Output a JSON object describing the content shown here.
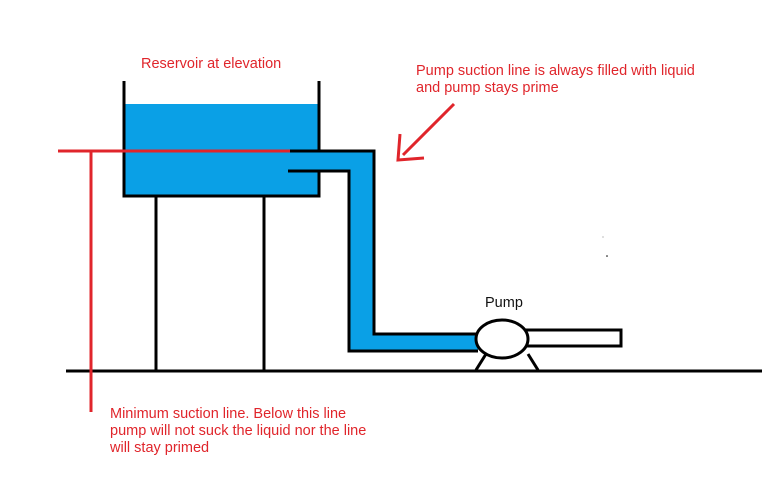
{
  "labels": {
    "reservoir": "Reservoir at elevation",
    "suction_note_line1": "Pump suction line is always filled with liquid",
    "suction_note_line2": "and pump stays prime",
    "pump": "Pump",
    "min_line_1": "Minimum suction line. Below this line",
    "min_line_2": "pump will not suck the liquid nor the line",
    "min_line_3": "will stay primed"
  },
  "colors": {
    "water": "#0aa0e6",
    "annotation": "#e0252b",
    "outline": "#000000",
    "background": "#ffffff"
  }
}
